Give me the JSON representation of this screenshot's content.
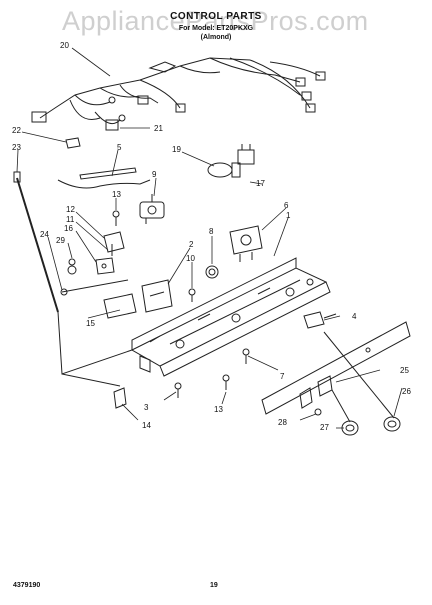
{
  "header": {
    "watermark": "AppliancePartsPros.com",
    "title": "CONTROL PARTS",
    "model_line": "For Model: ET20PKXG",
    "variant_line": "(Almond)"
  },
  "callouts": [
    "20",
    "21",
    "22",
    "23",
    "5",
    "19",
    "17",
    "13",
    "9",
    "12",
    "11",
    "16",
    "29",
    "24",
    "6",
    "8",
    "1",
    "2",
    "10",
    "4",
    "15",
    "3",
    "14",
    "13",
    "7",
    "25",
    "26",
    "28",
    "27"
  ],
  "footer": {
    "doc_number": "4379190",
    "page_number": "19"
  }
}
